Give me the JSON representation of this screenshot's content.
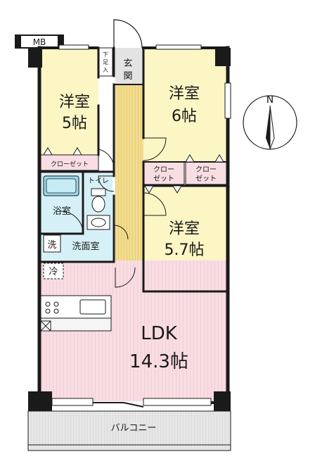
{
  "rooms": {
    "mb": "MB",
    "western_5": {
      "name": "洋室",
      "size": "5帖"
    },
    "western_6": {
      "name": "洋室",
      "size": "6帖"
    },
    "western_57": {
      "name": "洋室",
      "size": "5.7帖"
    },
    "ldk": {
      "name": "LDK",
      "size": "14.3帖"
    },
    "closet_left": "クローゼット",
    "closet_mid": {
      "line1": "クロー",
      "line2": "ゼット"
    },
    "closet_right": {
      "line1": "クロー",
      "line2": "ゼット"
    },
    "toilet": "トイレ",
    "bath": "浴室",
    "washroom": "洗面室",
    "washer": "洗",
    "fridge": "冷",
    "entrance": {
      "line1": "玄",
      "line2": "関"
    },
    "shoe_storage": {
      "line1": "下",
      "line2": "足",
      "line3": "入"
    },
    "balcony": "バルコニー"
  },
  "compass": {
    "north": "N"
  },
  "colors": {
    "yellow_room": "#fbf6c4",
    "pink_room": "#f8dde3",
    "blue_room": "#d6f0f7",
    "gray_room": "#e3e3e3",
    "corridor": "#f0d98c",
    "wall": "#1a1a1a"
  }
}
